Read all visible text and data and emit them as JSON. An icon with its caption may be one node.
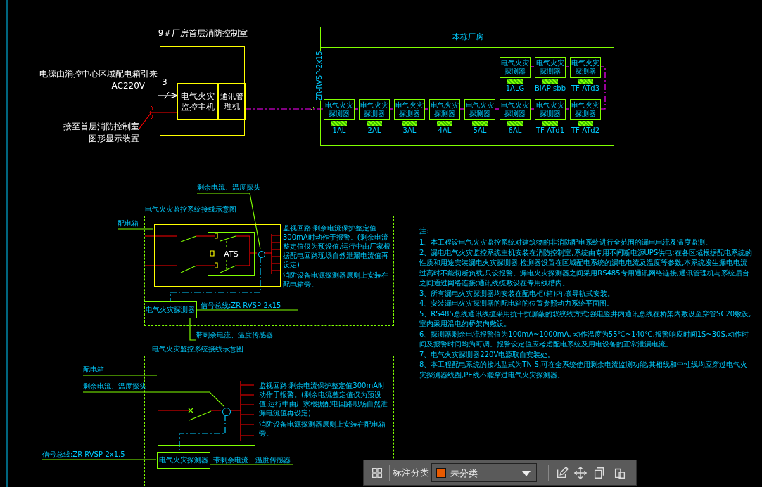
{
  "diagram": {
    "nodes": [
      {
        "text": [
          "9＃厂房首层消防控制室"
        ]
      },
      {
        "text": [
          "电气火灾监控主机"
        ],
        "in": 0
      },
      {
        "text": [
          "通讯管理机"
        ],
        "in": 0
      },
      {
        "text": [
          "本栋厂房"
        ]
      },
      {
        "text": [
          "电气火灾探测器"
        ],
        "beside": [
          "1ALG"
        ],
        "in": 3
      },
      {
        "text": [
          "电气火灾探测器"
        ],
        "beside": [
          "BIAP-sbb"
        ],
        "in": 3
      },
      {
        "text": [
          "电气火灾探测器"
        ],
        "beside": [
          "TF-ATd3"
        ],
        "in": 3
      },
      {
        "text": [
          "电气火灾探测器"
        ],
        "beside": [
          "1AL"
        ],
        "in": 3
      },
      {
        "text": [
          "电气火灾探测器"
        ],
        "beside": [
          "2AL"
        ],
        "in": 3
      },
      {
        "text": [
          "电气火灾探测器"
        ],
        "beside": [
          "3AL"
        ],
        "in": 3
      },
      {
        "text": [
          "电气火灾探测器"
        ],
        "beside": [
          "4AL"
        ],
        "in": 3
      },
      {
        "text": [
          "电气火灾探测器"
        ],
        "beside": [
          "5AL"
        ],
        "in": 3
      },
      {
        "text": [
          "电气火灾探测器"
        ],
        "beside": [
          "6AL"
        ],
        "in": 3
      },
      {
        "text": [
          "电气火灾探测器"
        ],
        "beside": [
          "TF-ATd1"
        ],
        "in": 3
      },
      {
        "text": [
          "电气火灾探测器"
        ],
        "beside": [
          "TF-ATd2"
        ],
        "in": 3
      },
      {
        "text": [
          "电源由消控中心区域配电箱引来",
          "AC220V"
        ]
      },
      {
        "text": [
          "接至首层消防控制室图形显示装置"
        ]
      },
      {
        "text": [
          "电气火灾监控系统接线示意图"
        ]
      },
      {
        "text": [],
        "shape": "box",
        "in": 17
      },
      {
        "text": [
          "ATS"
        ],
        "in": 18
      },
      {
        "text": [
          "电气火灾探测器"
        ],
        "in": 17
      },
      {
        "text": [
          "配电箱"
        ]
      },
      {
        "text": [
          "剩余电流、温度探头"
        ]
      },
      {
        "text": [],
        "shape": "circle",
        "in": 18
      },
      {
        "text": [
          "信号总线:ZR-RVSP-2x15"
        ],
        "in": 17
      },
      {
        "text": [
          "带剩余电流、温度传感器"
        ]
      },
      {
        "text": [
          "电气火灾监控系统接线示意图"
        ]
      },
      {
        "text": [],
        "shape": "box",
        "in": 26
      },
      {
        "text": [],
        "shape": "circle",
        "in": 27
      },
      {
        "text": [
          "电气火灾探测器"
        ],
        "in": 26
      },
      {
        "text": [
          "配电箱"
        ]
      },
      {
        "text": [
          "剩余电流、温度探头"
        ]
      },
      {
        "text": [
          "信号总线:ZR-RVSP-2x1.5"
        ]
      },
      {
        "text": [
          "带剩余电流、温度传感器"
        ],
        "in": 26
      }
    ],
    "edges": [
      {
        "from": 15,
        "to": 1,
        "arrow": "to",
        "color": "#ffffff"
      },
      {
        "from": 1,
        "to": 16,
        "arrow": "none",
        "color": "#ff0000"
      },
      {
        "from": 2,
        "to": 7,
        "arrow": "none",
        "style": "dashed",
        "color": "#ff00ff",
        "label": "ZR-RVSP-2x15"
      },
      {
        "from": 7,
        "to": 8,
        "arrow": "none",
        "color": "#ff00ff"
      },
      {
        "from": 8,
        "to": 9,
        "arrow": "none",
        "color": "#ff00ff"
      },
      {
        "from": 9,
        "to": 10,
        "arrow": "none",
        "color": "#ff00ff"
      },
      {
        "from": 10,
        "to": 11,
        "arrow": "none",
        "color": "#ff00ff"
      },
      {
        "from": 11,
        "to": 12,
        "arrow": "none",
        "color": "#ff00ff"
      },
      {
        "from": 12,
        "to": 13,
        "arrow": "none",
        "color": "#ff00ff"
      },
      {
        "from": 13,
        "to": 14,
        "arrow": "none",
        "color": "#ff00ff"
      },
      {
        "from": 14,
        "to": 6,
        "arrow": "none",
        "style": "dashed",
        "color": "#ff00ff"
      },
      {
        "from": 6,
        "to": 5,
        "arrow": "none",
        "color": "#ff00ff"
      },
      {
        "from": 5,
        "to": 4,
        "arrow": "none",
        "color": "#ff00ff"
      },
      {
        "from": 21,
        "to": 18,
        "arrow": "none",
        "color": "#80ff00"
      },
      {
        "from": 22,
        "to": 23,
        "arrow": "none",
        "color": "#80ff00"
      },
      {
        "from": 23,
        "to": 20,
        "arrow": "none",
        "style": "dashed",
        "color": "#00ccff"
      },
      {
        "from": 20,
        "to": 24,
        "arrow": "none",
        "color": "#80ff00"
      },
      {
        "from": 20,
        "to": 25,
        "arrow": "none",
        "color": "#80ff00"
      },
      {
        "from": 30,
        "to": 27,
        "arrow": "none",
        "color": "#80ff00"
      },
      {
        "from": 31,
        "to": 28,
        "arrow": "none",
        "color": "#80ff00"
      },
      {
        "from": 28,
        "to": 29,
        "arrow": "none",
        "style": "dashed",
        "color": "#00ccff"
      },
      {
        "from": 32,
        "to": 29,
        "arrow": "none",
        "color": "#80ff00"
      },
      {
        "from": 29,
        "to": 33,
        "arrow": "none",
        "color": "#80ff00"
      }
    ],
    "labels": [
      "3",
      "监视回路:剩余电流保护整定值300mA时动作于报警。(剩余电流整定值仅为预设值,运行中由厂家根据配电回路现场自然泄漏电流值再设定)",
      "消防设备电源探测器原则上安装在配电箱旁。",
      "注:",
      "1、本工程设电气火灾监控系统对建筑物的非消防配电系统进行全范围的漏电电流及温度监测。",
      "2、漏电电气火灾监控系统主机安装在消防控制室,系统由专用不间断电源UPS供电;在各区域根据配电系统的性质和用途安装漏电火灾探测器,检测器设置在区域配电系统的漏电电流及温度等参数,本系统发生漏电电流过高时不能切断负载,只设报警。漏电火灾探测器之间采用RS485专用通讯网络连接,通讯管理机与系统后台之间通过网络连接;通讯线缆敷设在专用线槽内。",
      "3、所有漏电火灾探测器均安装在配电柜(箱)内,嵌导轨式安装。",
      "4、安装漏电火灾探测器的配电箱的位置参照动力系统平面图。",
      "5、RS485总线通讯线缆采用抗干扰屏蔽的双绞线方式;强电竖井内通讯总线在桥架内敷设至穿管SC20敷设,室内采用沿电的桥架内敷设。",
      "6、探测器剩余电流报警值为100mA~1000mA,    动作温度为55℃~140℃,报警响应时间1S~30S,动作时间及报警时间均为可调。报警设定值应考虑配电系统及用电设备的正常泄漏电流。",
      "7、电气火灾探测器220V电源取自安装处。",
      "8、本工程配电系统的接地型式为TN-S,可在全系统使用剩余电流监测功能,其相线和中性线均应穿过电气火灾探测器线圈,PE线不能穿过电气火灾探测器。",
      "监视回路:剩余电流保护整定值300mA时动作于报警。(剩余电流整定值仅为预设值,运行中由厂家根据配电回路现场自然泄漏电流值再设定)",
      "消防设备电源探测器原则上安装在配电箱旁。",
      "标注分类",
      "未分类"
    ]
  }
}
